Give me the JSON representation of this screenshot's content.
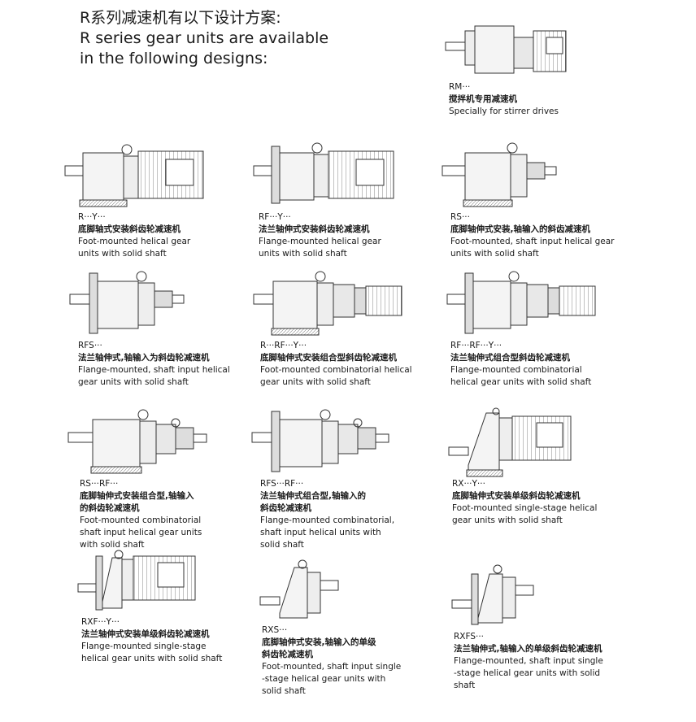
{
  "header": {
    "line1": "R系列减速机有以下设计方案:",
    "line2": "R series gear units are available",
    "line3": "in the following designs:"
  },
  "designs": [
    {
      "code": "RM···",
      "cn": "搅拌机专用减速机",
      "en": [
        "Specially for stirrer drives"
      ]
    },
    {
      "code": "R···Y···",
      "cn": "底脚轴式安装斜齿轮减速机",
      "en": [
        "Foot-mounted helical gear",
        "units with solid shaft"
      ]
    },
    {
      "code": "RF···Y···",
      "cn": "法兰轴伸式安装斜齿轮减速机",
      "en": [
        "Flange-mounted helical gear",
        "units with solid shaft"
      ]
    },
    {
      "code": "RS···",
      "cn": "底脚轴伸式安装,轴输入的斜齿减速机",
      "en": [
        "Foot-mounted, shaft input helical gear",
        "units with solid shaft"
      ]
    },
    {
      "code": "RFS···",
      "cn": "法兰轴伸式,轴输入为斜齿轮减速机",
      "en": [
        "Flange-mounted, shaft  input helical",
        "gear units with solid shaft"
      ]
    },
    {
      "code": "R···RF···Y···",
      "cn": "底脚轴伸式安装组合型斜齿轮减速机",
      "en": [
        "Foot-mounted combinatorial helical",
        "gear units with solid shaft"
      ]
    },
    {
      "code": "RF···RF···Y···",
      "cn": "法兰轴伸式组合型斜齿轮减速机",
      "en": [
        "Flange-mounted combinatorial",
        "helical gear units with solid shaft"
      ]
    },
    {
      "code": "RS···RF···",
      "cn": "底脚轴伸式安装组合型,轴输入",
      "cn2": "的斜齿轮减速机",
      "en": [
        "Foot-mounted combinatorial",
        "shaft input helical gear units",
        "with solid shaft"
      ]
    },
    {
      "code": "RFS···RF···",
      "cn": "法兰轴伸式组合型,轴输入的",
      "cn2": "斜齿轮减速机",
      "en": [
        "Flange-mounted combinatorial,",
        "shaft input helical units with",
        "solid shaft"
      ]
    },
    {
      "code": "RX···Y···",
      "cn": "底脚轴伸式安装单级斜齿轮减速机",
      "en": [
        "Foot-mounted single-stage helical",
        "gear units with solid shaft"
      ]
    },
    {
      "code": "RXF···Y···",
      "cn": "法兰轴伸式安装单级斜齿轮减速机",
      "en": [
        "Flange-mounted single-stage",
        "helical gear units with solid shaft"
      ]
    },
    {
      "code": "RXS···",
      "cn": "底脚轴伸式安装,轴输入的单级",
      "cn2": "斜齿轮减速机",
      "en": [
        "Foot-mounted, shaft input single",
        "-stage helical gear units with",
        "solid shaft"
      ]
    },
    {
      "code": "RXFS···",
      "cn": "法兰轴伸式,轴输入的单级斜齿轮减速机",
      "en": [
        "Flange-mounted, shaft input single",
        "-stage helical gear units with solid",
        "shaft"
      ]
    }
  ]
}
